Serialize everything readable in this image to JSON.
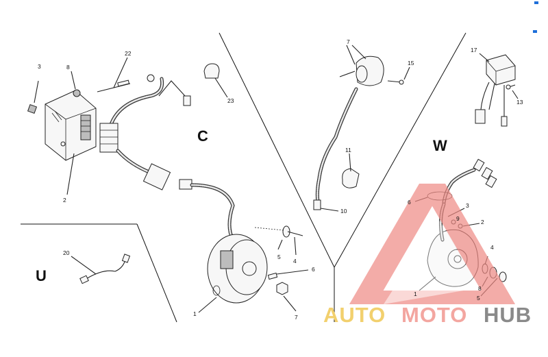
{
  "sections": {
    "c": "C",
    "u": "U",
    "w": "W"
  },
  "labels": {
    "c_2": "2",
    "c_3": "3",
    "c_8": "8",
    "c_22": "22",
    "c_23": "23",
    "c_1": "1",
    "c_4": "4",
    "c_5": "5",
    "c_6": "6",
    "c_7": "7",
    "u_20": "20",
    "m_7": "7",
    "m_15": "15",
    "m_11": "11",
    "m_10": "10",
    "w_17": "17",
    "w_13": "13",
    "w_6": "6",
    "w_3": "3",
    "w_9": "9",
    "w_2": "2",
    "w_4": "4",
    "w_8": "8",
    "w_5": "5",
    "w_1": "1"
  },
  "watermark": {
    "auto": "AUTO",
    "moto": "MOTO",
    "hub": "HUB",
    "colors": {
      "auto": "#f2d06e",
      "moto": "#f3a6a0",
      "hub": "#8a8a8a",
      "triangle": "#ef8a84"
    }
  },
  "corner_marks": {
    "color": "#1e6fd9"
  }
}
